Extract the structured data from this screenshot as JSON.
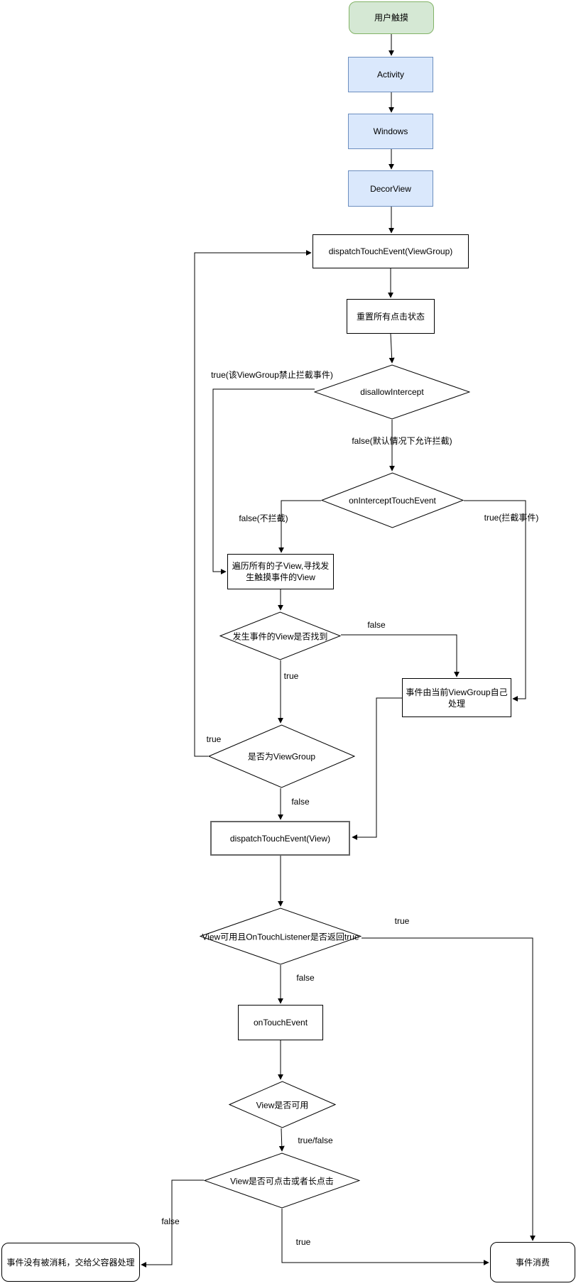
{
  "diagram": {
    "nodes": {
      "user_touch": {
        "label": "用户触摸"
      },
      "activity": {
        "label": "Activity"
      },
      "windows": {
        "label": "Windows"
      },
      "decorview": {
        "label": "DecorView"
      },
      "dispatch_viewgroup": {
        "label": "dispatchTouchEvent(ViewGroup)"
      },
      "reset_state": {
        "label": "重置所有点击状态"
      },
      "disallow_intercept": {
        "label": "disallowIntercept"
      },
      "on_intercept_touch_event": {
        "label": "onInterceptTouchEvent"
      },
      "traverse_children": {
        "label": "遍历所有的子View,寻找发生触摸事件的View"
      },
      "view_found": {
        "label": "发生事件的View是否找到"
      },
      "viewgroup_self_handle": {
        "label": "事件由当前ViewGroup自己处理"
      },
      "is_viewgroup": {
        "label": "是否为ViewGroup"
      },
      "dispatch_view": {
        "label": "dispatchTouchEvent(View)"
      },
      "on_touch_listener": {
        "label": "View可用且OnTouchListener是否返回true"
      },
      "on_touch_event": {
        "label": "onTouchEvent"
      },
      "view_enabled": {
        "label": "View是否可用"
      },
      "view_clickable": {
        "label": "View是否可点击或者长点击"
      },
      "not_consumed": {
        "label": "事件没有被消耗，交给父容器处理"
      },
      "consumed": {
        "label": "事件消费"
      }
    },
    "edge_labels": {
      "disallow_true": "true(该ViewGroup禁止拦截事件)",
      "disallow_false": "false(默认情况下允许拦截)",
      "intercept_false": "false(不拦截)",
      "intercept_true": "true(拦截事件)",
      "found_false": "false",
      "found_true": "true",
      "is_viewgroup_true": "true",
      "is_viewgroup_false": "false",
      "listener_true": "true",
      "listener_false": "false",
      "enabled_result": "true/false",
      "clickable_false": "false",
      "clickable_true": "true"
    },
    "colors": {
      "start_fill": "#d5e8d4",
      "start_border": "#82b366",
      "layer_fill": "#dae8fc",
      "layer_border": "#6c8ebf",
      "process_fill": "#ffffff",
      "process_border": "#000000",
      "highlight_border": "#666666",
      "line": "#000000",
      "background": "#ffffff"
    }
  }
}
